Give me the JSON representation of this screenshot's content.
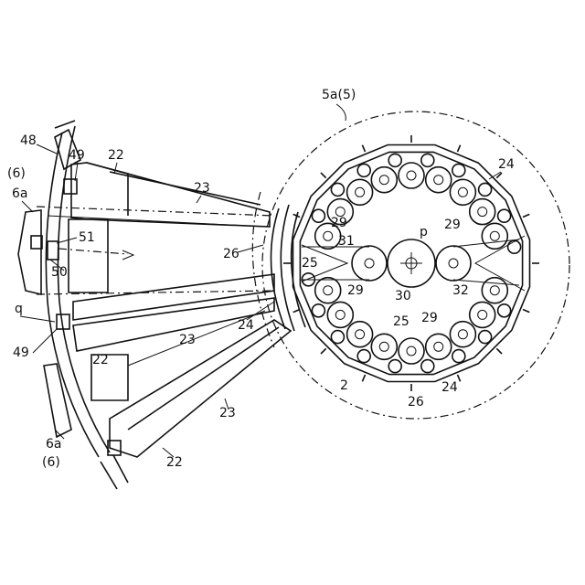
{
  "labels": {
    "l_5a": "5a(5)",
    "l_48": "48",
    "l_49a": "49",
    "l_22a": "22",
    "l_6a_top_paren": "(6)",
    "l_6a_top": "6a",
    "l_23a": "23",
    "l_24a": "24",
    "l_29a": "29",
    "l_29b": "29",
    "l_p": "p",
    "l_31": "31",
    "l_51": "51",
    "l_26a": "26",
    "l_50": "50",
    "l_25a": "25",
    "l_29c": "29",
    "l_30": "30",
    "l_32": "32",
    "l_q": "q",
    "l_24b": "24",
    "l_23b": "23",
    "l_25b": "25",
    "l_29d": "29",
    "l_49b": "49",
    "l_22b": "22",
    "l_2": "2",
    "l_24c": "24",
    "l_26b": "26",
    "l_23c": "23",
    "l_6a_bot": "6a",
    "l_6a_bot_paren": "(6)",
    "l_22c": "22"
  }
}
